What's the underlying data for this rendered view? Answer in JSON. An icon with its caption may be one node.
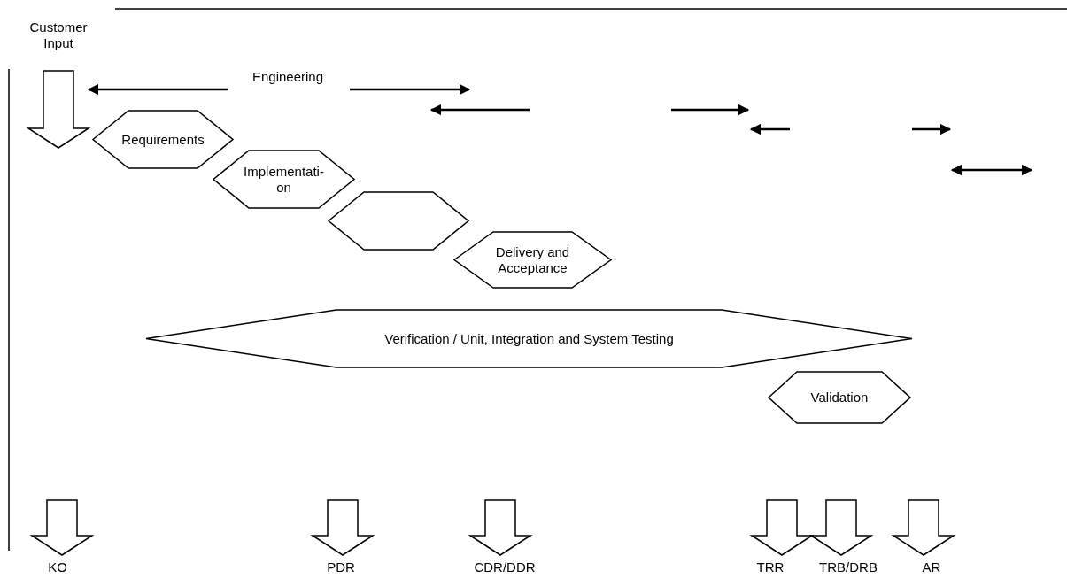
{
  "diagram": {
    "nodes": [
      {
        "text": [
          "Requirements"
        ]
      },
      {
        "text": [
          "Implementati- on"
        ]
      },
      {
        "text": [],
        "shape": "hexagon"
      },
      {
        "text": [
          "Delivery and Acceptance"
        ]
      },
      {
        "text": [
          "Verification / Unit, Integration and System Testing"
        ]
      },
      {
        "text": [
          "Validation"
        ]
      }
    ],
    "labels": [
      "Customer Input",
      "Engineering",
      "KO",
      "PDR",
      "CDR/DDR",
      "TRR",
      "TRB/DRB",
      "AR"
    ]
  }
}
